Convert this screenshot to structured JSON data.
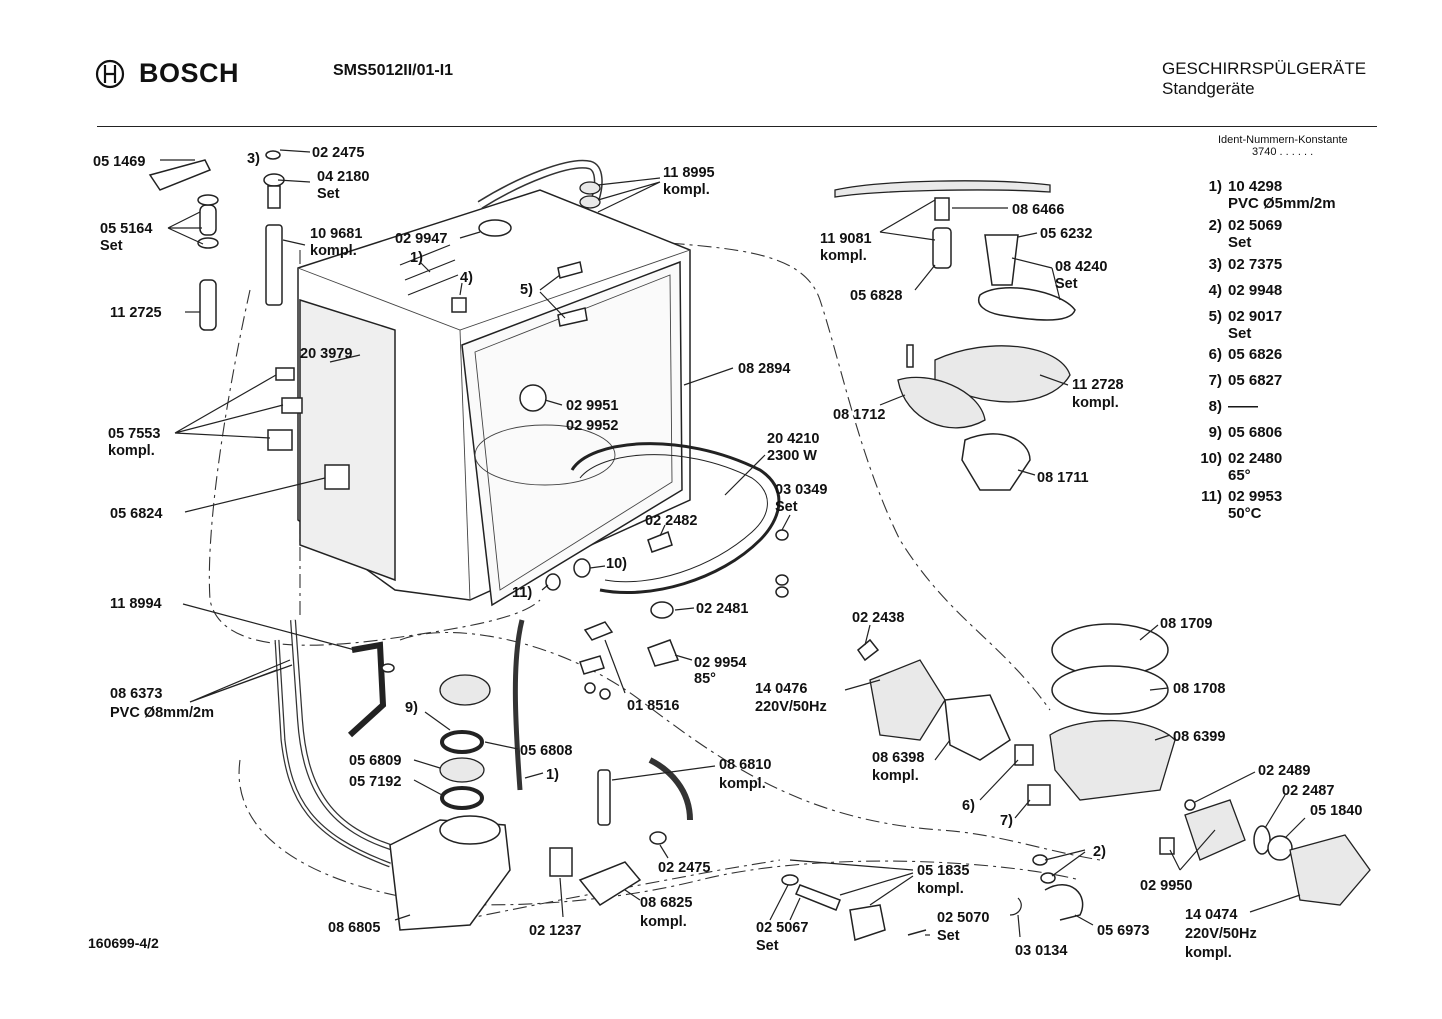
{
  "header": {
    "brand": "BOSCH",
    "model": "SMS5012II/01-I1",
    "category_line1": "GESCHIRRSPÜLGERÄTE",
    "category_line2": "Standgeräte",
    "ident_line1": "Ident-Nummern-Konstante",
    "ident_line2": "3740  . .  . . . ."
  },
  "footer": {
    "doc_id": "160699-4/2"
  },
  "legend": [
    {
      "key": "1)",
      "value": "10 4298\nPVC Ø5mm/2m"
    },
    {
      "key": "2)",
      "value": "02 5069\nSet"
    },
    {
      "key": "3)",
      "value": "02 7375"
    },
    {
      "key": "4)",
      "value": "02 9948"
    },
    {
      "key": "5)",
      "value": "02 9017\nSet"
    },
    {
      "key": "6)",
      "value": "05 6826"
    },
    {
      "key": "7)",
      "value": "05 6827"
    },
    {
      "key": "8)",
      "value": "——"
    },
    {
      "key": "9)",
      "value": "05 6806"
    },
    {
      "key": "10)",
      "value": "02 2480\n65°"
    },
    {
      "key": "11)",
      "value": "02 9953\n50°C"
    }
  ],
  "labels": {
    "l_051469": "05 1469",
    "l_3": "3)",
    "l_022475a": "02 2475",
    "l_042180": "04 2180",
    "l_set_a": "Set",
    "l_055164": "05 5164",
    "l_set_b": "Set",
    "l_109681": "10 9681",
    "l_kompl_a": "kompl.",
    "l_112725": "11 2725",
    "l_118995": "11 8995",
    "l_kompl_b": "kompl.",
    "l_029947": "02 9947",
    "l_1a": "1)",
    "l_4": "4)",
    "l_5": "5)",
    "l_203979": "20 3979",
    "l_057553": "05 7553",
    "l_kompl_c": "kompl.",
    "l_029951": "02 9951",
    "l_029952": "02 9952",
    "l_082894": "08 2894",
    "l_056824": "05 6824",
    "l_204210": "20 4210",
    "l_2300w": "2300 W",
    "l_030349": "03 0349",
    "l_set_c": "Set",
    "l_022482": "02 2482",
    "l_10": "10)",
    "l_11": "11)",
    "l_118994": "11 8994",
    "l_022481": "02 2481",
    "l_029954": "02 9954",
    "l_85": "85°",
    "l_018516": "01 8516",
    "l_086373": "08 6373",
    "l_pvc8": "PVC Ø8mm/2m",
    "l_9": "9)",
    "l_056808": "05 6808",
    "l_056809": "05 6809",
    "l_057192": "05 7192",
    "l_1b": "1)",
    "l_086810": "08 6810",
    "l_kompl_d": "kompl.",
    "l_022475b": "02 2475",
    "l_021237": "02 1237",
    "l_086825": "08 6825",
    "l_kompl_e": "kompl.",
    "l_086805": "08 6805",
    "l_025067": "02 5067",
    "l_set_d": "Set",
    "l_051835": "05 1835",
    "l_kompl_f": "kompl.",
    "l_025070": "02 5070",
    "l_set_e": "Set",
    "l_030134": "03 0134",
    "l_056973": "05 6973",
    "l_086466": "08 6466",
    "l_119081": "11 9081",
    "l_kompl_g": "kompl.",
    "l_056232": "05 6232",
    "l_084240": "08 4240",
    "l_set_f": "Set",
    "l_056828": "05 6828",
    "l_112728": "11 2728",
    "l_kompl_h": "kompl.",
    "l_081712": "08 1712",
    "l_081711": "08 1711",
    "l_022438": "02 2438",
    "l_081709": "08 1709",
    "l_081708": "08 1708",
    "l_140476": "14 0476",
    "l_220a": "220V/50Hz",
    "l_086399": "08 6399",
    "l_086398": "08 6398",
    "l_kompl_i": "kompl.",
    "l_6": "6)",
    "l_7": "7)",
    "l_022489": "02 2489",
    "l_022487": "02 2487",
    "l_051840": "05 1840",
    "l_2": "2)",
    "l_029950": "02 9950",
    "l_140474": "14 0474",
    "l_220b": "220V/50Hz",
    "l_kompl_j": "kompl."
  }
}
